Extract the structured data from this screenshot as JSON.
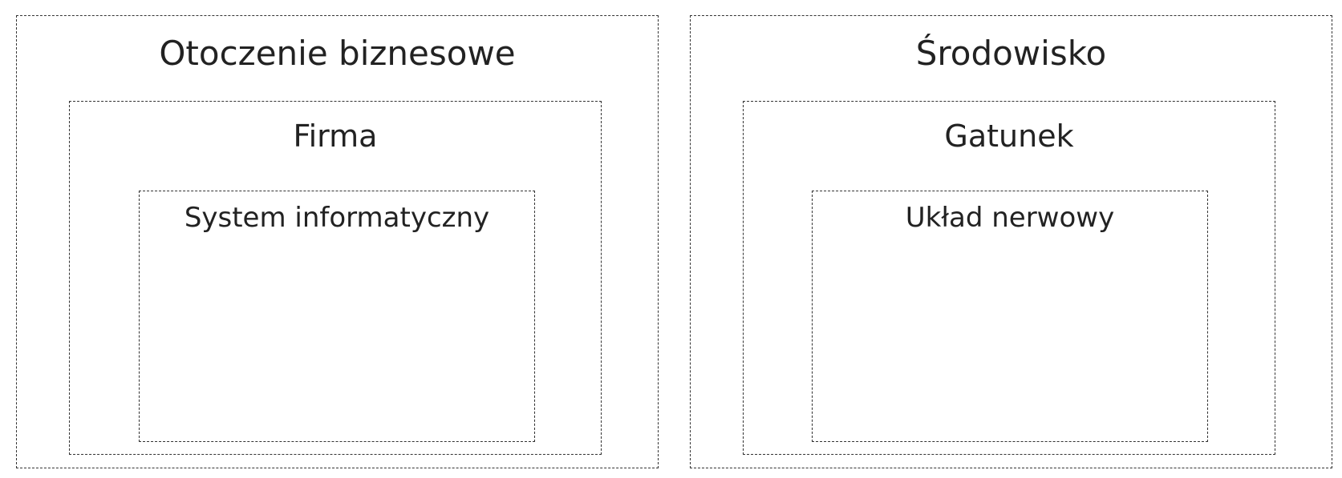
{
  "left": {
    "outer_label": "Otoczenie biznesowe",
    "middle_label": "Firma",
    "inner_label": "System informatyczny"
  },
  "right": {
    "outer_label": "Środowisko",
    "middle_label": "Gatunek",
    "inner_label": "Układ nerwowy"
  },
  "colors": {
    "border": "#333333",
    "text": "#222222",
    "background": "#ffffff"
  }
}
